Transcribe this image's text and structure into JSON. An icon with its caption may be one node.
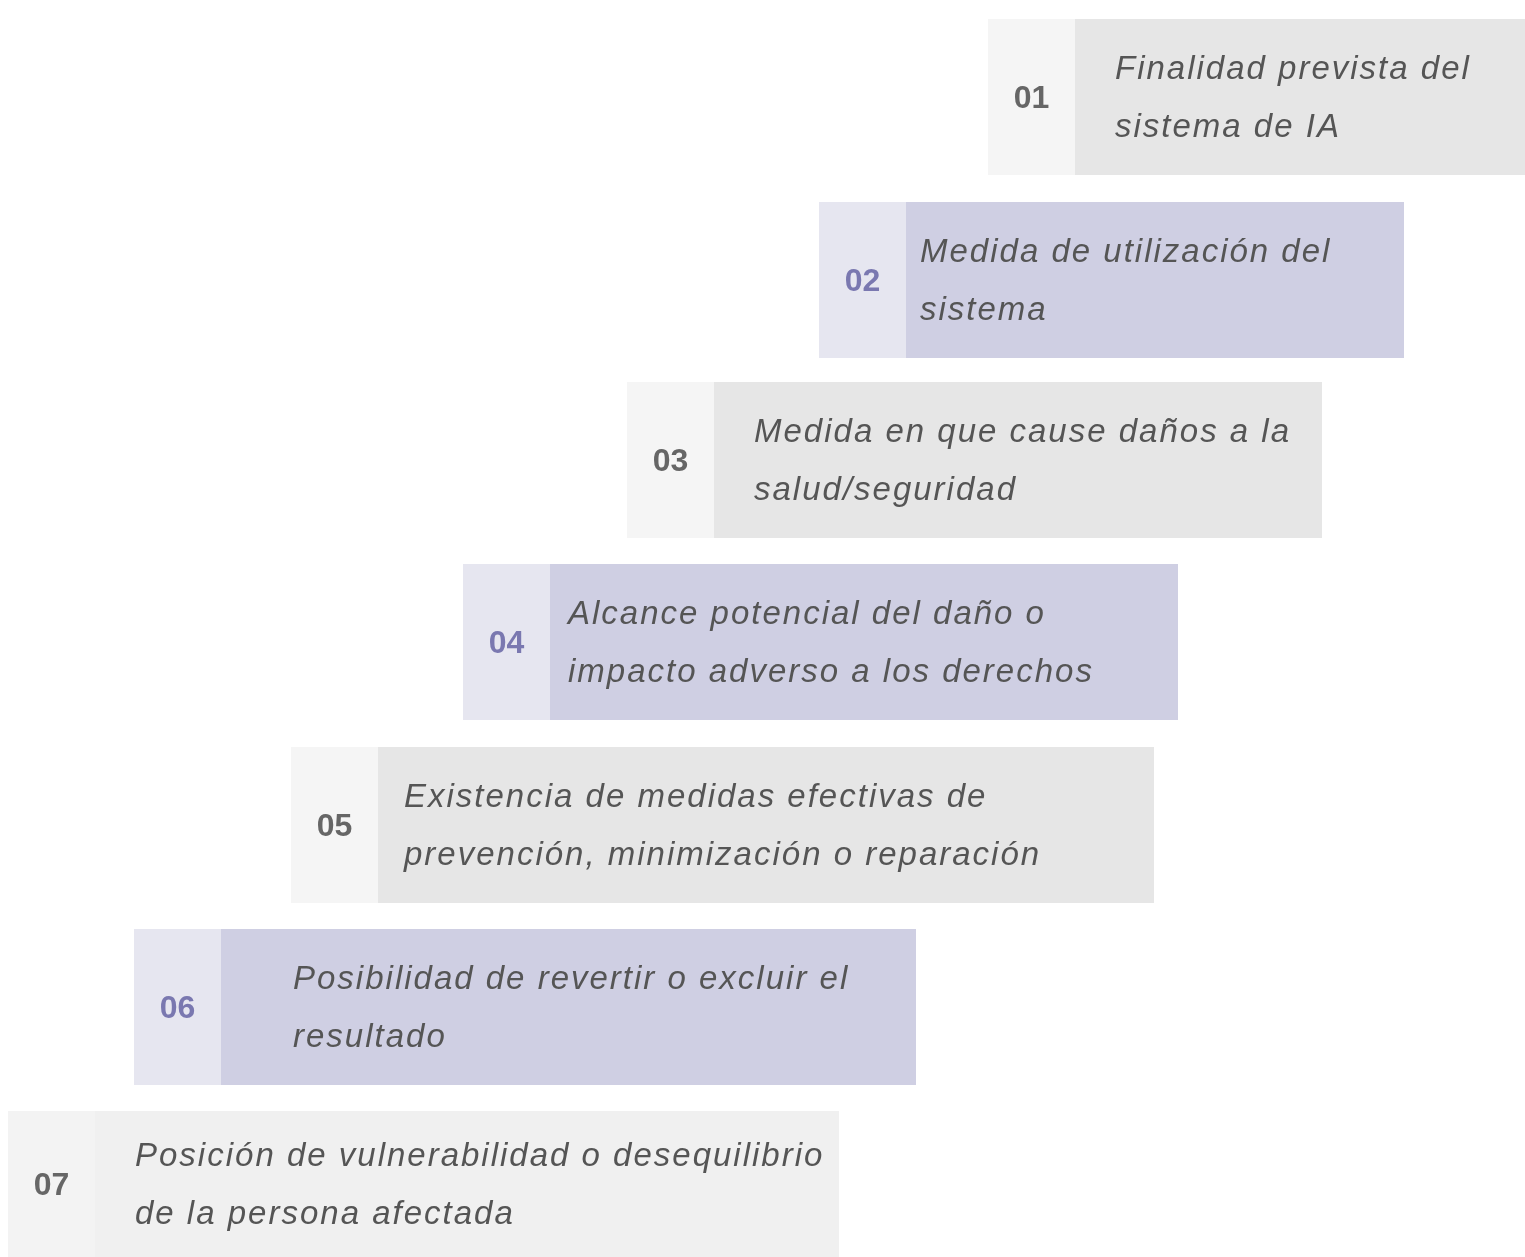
{
  "diagram": {
    "nodes": [
      {
        "text": [
          "01",
          "Finalidad prevista del sistema de IA"
        ]
      },
      {
        "text": [
          "02",
          "Medida de utilización del sistema"
        ]
      },
      {
        "text": [
          "03",
          "Medida en que cause daños a la salud/seguridad"
        ]
      },
      {
        "text": [
          "04",
          "Alcance potencial del daño o impacto adverso a los derechos"
        ]
      },
      {
        "text": [
          "05",
          "Existencia de medidas efectivas de prevención, minimización o reparación"
        ]
      },
      {
        "text": [
          "06",
          "Posibilidad de revertir o excluir el resultado"
        ]
      },
      {
        "text": [
          "07",
          "Posición de vulnerabilidad o desequilibrio de la persona afectada"
        ]
      }
    ]
  }
}
